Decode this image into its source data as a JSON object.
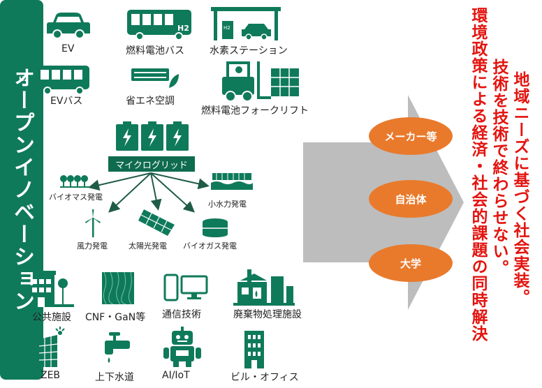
{
  "colors": {
    "green": "#0f7a5a",
    "orange": "#e97a2c",
    "red": "#e3140f",
    "arrow": "#bdbdbd"
  },
  "left": {
    "row1": [
      "EV",
      "燃料電池バス",
      "水素ステーション"
    ],
    "row2": [
      "EVバス",
      "省エネ空調",
      "燃料電池フォークリフト"
    ],
    "microgrid": "マイクログリッド",
    "power": [
      "バイオマス発電",
      "小水力発電",
      "風力発電",
      "太陽光発電",
      "バイオガス発電"
    ],
    "row3": [
      "公共施設",
      "CNF・GaN等",
      "通信技術",
      "廃棄物処理施設"
    ],
    "row4": [
      "ZEB",
      "上下水道",
      "AI/IoT",
      "ビル・オフィス"
    ],
    "h2": "H2"
  },
  "open_innovation": "オープンイノベーション",
  "ovals": [
    "メーカー等",
    "自治体",
    "大学"
  ],
  "right_text": {
    "col1": "地域ニーズに基づく社会実装。",
    "col2": "技術を技術で終わらせない。",
    "col3": "環境政策による経済・社会的課題の同時解決"
  }
}
